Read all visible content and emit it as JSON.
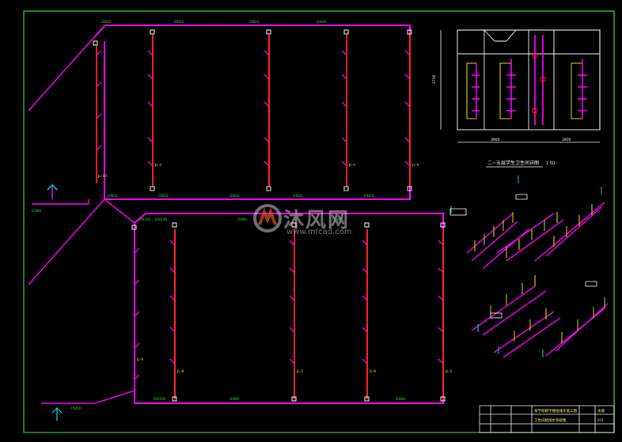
{
  "colors": {
    "background": "#000000",
    "frame": "#2ecc2e",
    "pipe": "#ff00ff",
    "riser": "#ff2020",
    "label": "#e8e800",
    "white": "#ffffff",
    "cyan": "#00e0e0"
  },
  "upper_plan": {
    "riser_labels": [
      "JL-10",
      "JL-3",
      "JL-3",
      "JL-4"
    ],
    "pipe_labels": [
      "DN50",
      "DN50",
      "DN50",
      "DN40",
      "DN50",
      "DN50",
      "DN50",
      "DN50",
      "DN50",
      "DN80"
    ]
  },
  "lower_plan": {
    "riser_labels": [
      "JL-9",
      "JL-8",
      "JL-5",
      "JL-6",
      "JL-5"
    ],
    "pipe_labels": [
      "DN100",
      "DN100",
      "DN80",
      "DN80",
      "DN80",
      "DN100",
      "DN80",
      "DN50"
    ]
  },
  "toilet_plan": {
    "title": "二~五层学生卫生间详图",
    "scale": "1:50",
    "dimensions": [
      "3900",
      "3900",
      "2700"
    ]
  },
  "watermark": {
    "text": "沐风网",
    "url": "www.mfcad.com",
    "logo_icon": "mfcad-logo-icon"
  },
  "title_block": {
    "drawing_title": "卫生间给排水系统图",
    "project": "某学校教学楼给排水施工图",
    "number": "水施",
    "sheet": "2/3"
  }
}
